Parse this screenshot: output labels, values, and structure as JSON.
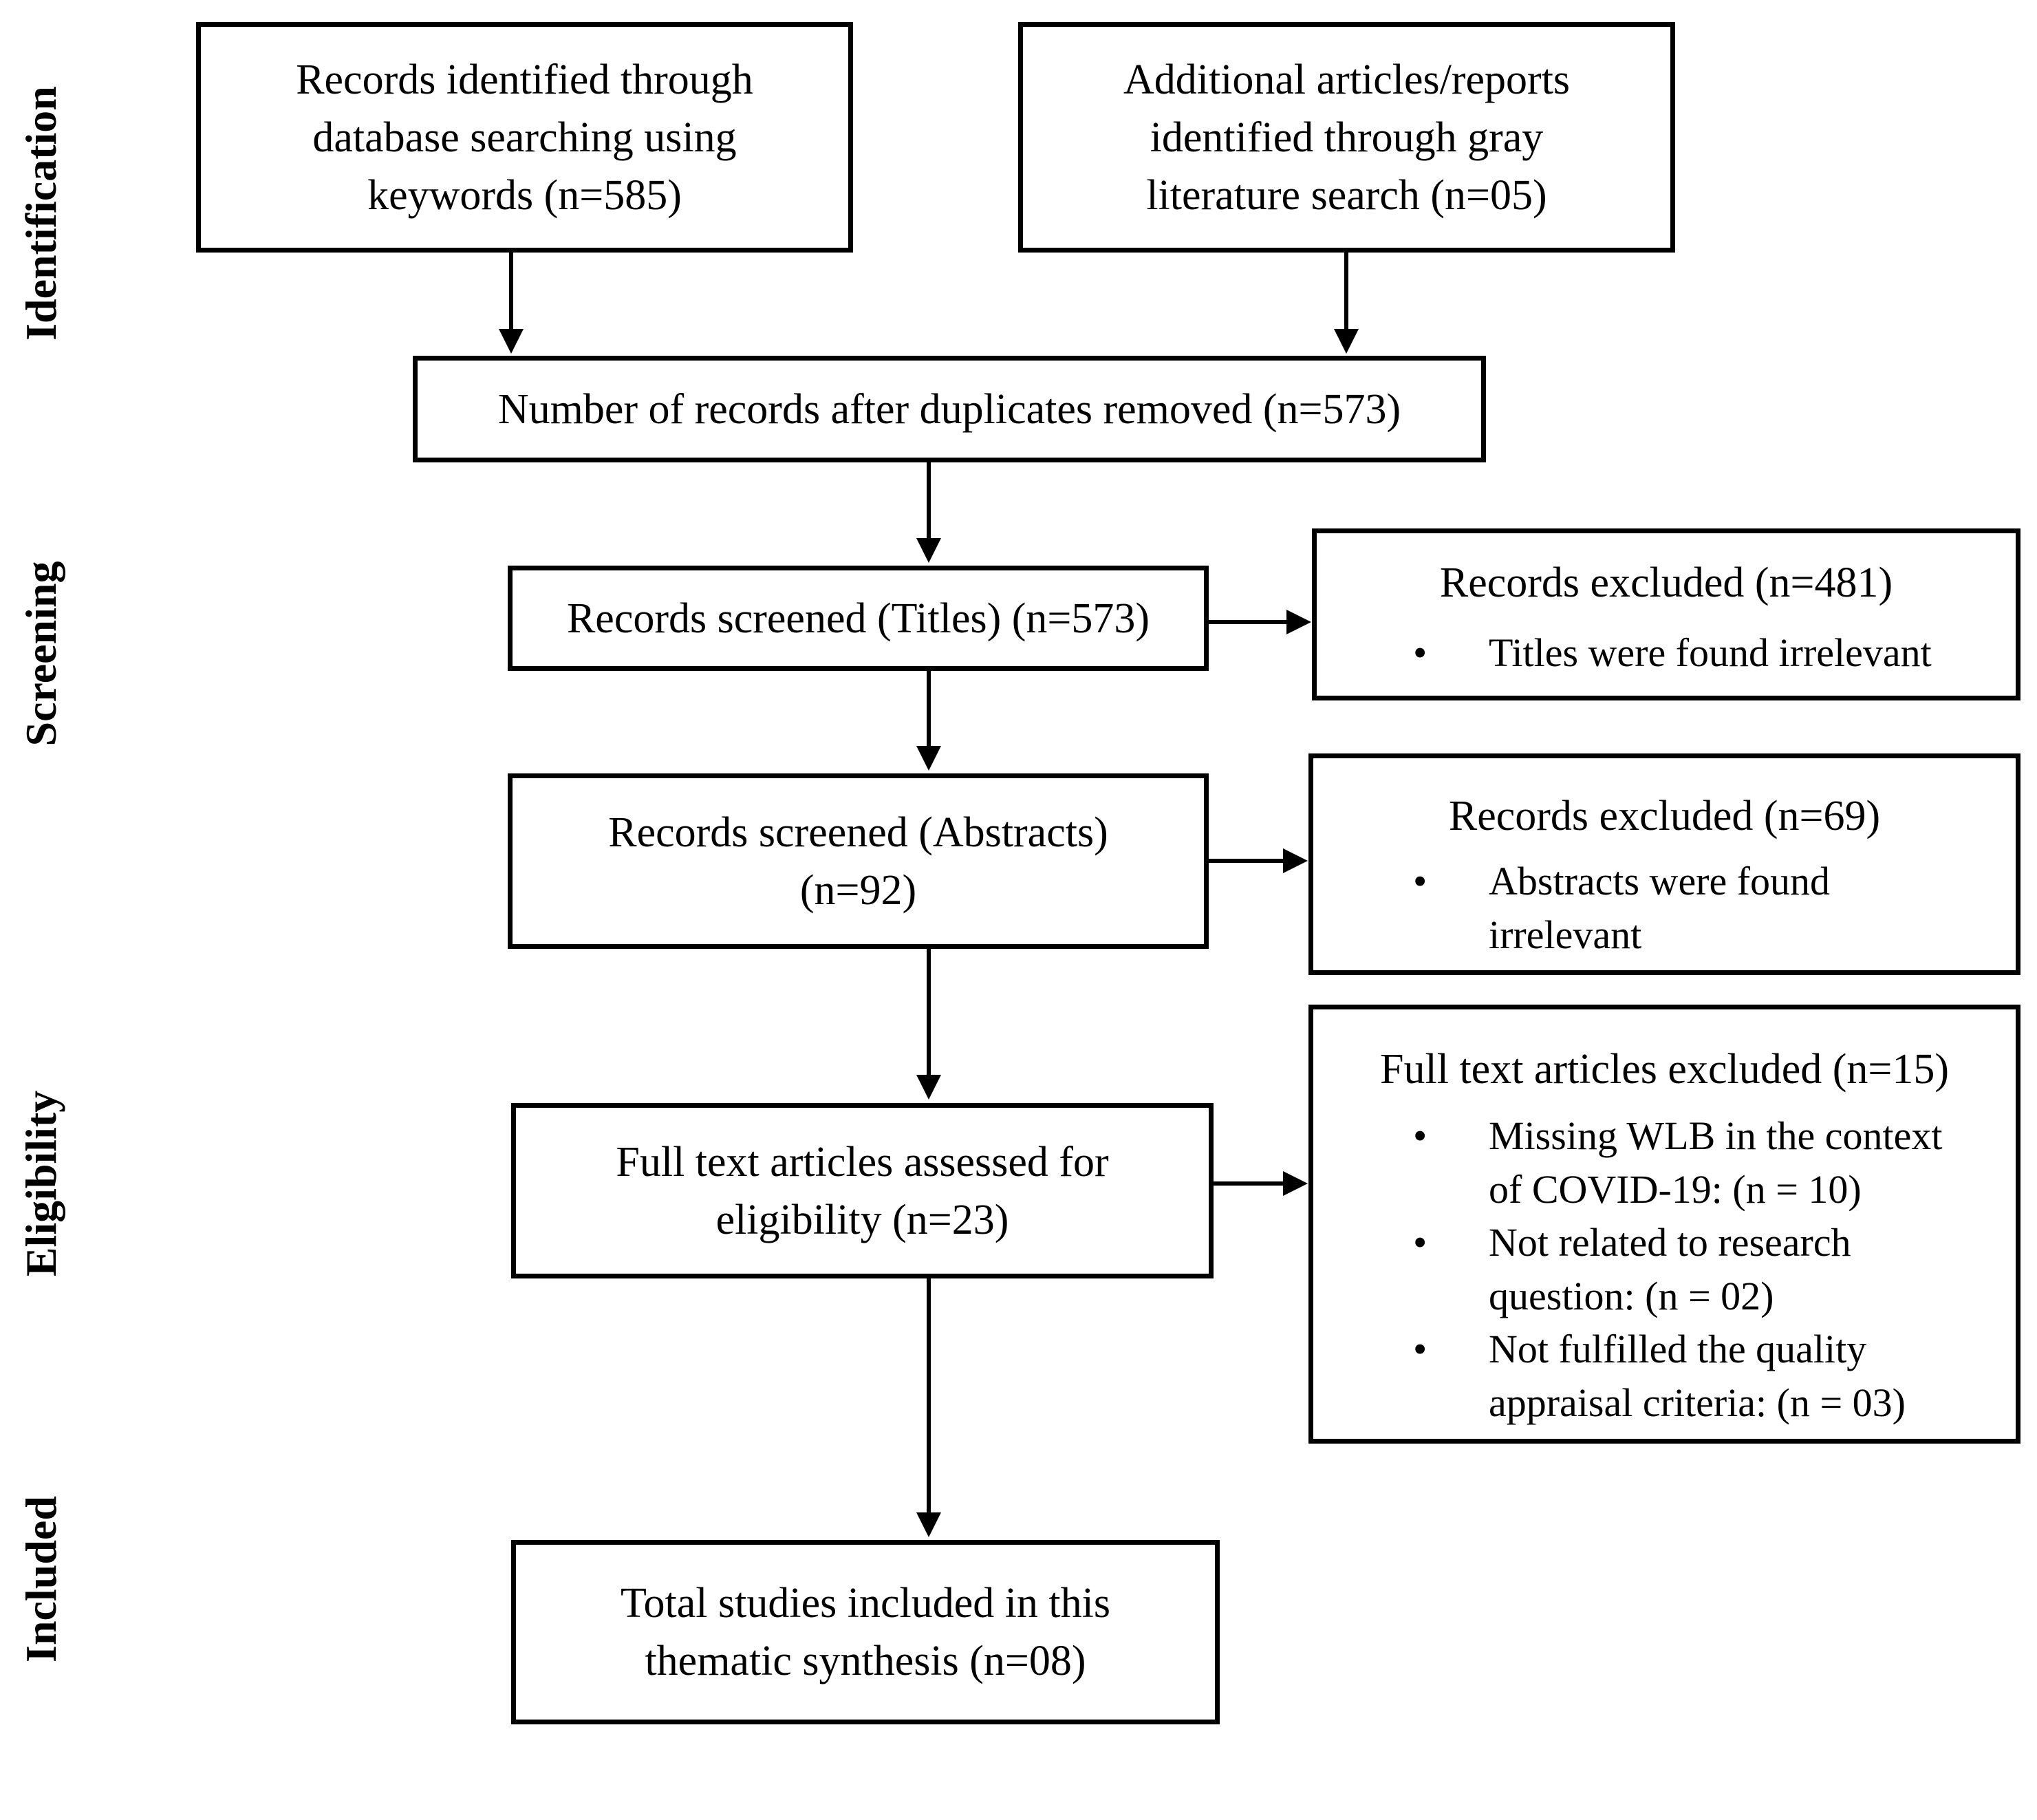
{
  "stages": {
    "identification": "Identification",
    "screening": "Screening",
    "eligibility": "Eligibility",
    "included": "Included"
  },
  "boxes": {
    "database": "Records identified through\ndatabase searching using\nkeywords (n=585)",
    "gray": "Additional articles/reports\nidentified through gray\nliterature search (n=05)",
    "duplicates": "Number of records after duplicates removed (n=573)",
    "titles": "Records screened (Titles) (n=573)",
    "abstracts": "Records screened (Abstracts)\n(n=92)",
    "fulltext": "Full text articles assessed for\neligibility (n=23)",
    "included": "Total studies included in this\nthematic synthesis (n=08)"
  },
  "exclusions": {
    "titles": {
      "heading": "Records excluded (n=481)",
      "bullets": [
        "Titles were found irrelevant"
      ]
    },
    "abstracts": {
      "heading": "Records excluded (n=69)",
      "bullets": [
        "Abstracts were found\nirrelevant"
      ]
    },
    "fulltext": {
      "heading": "Full text articles excluded (n=15)",
      "bullets": [
        "Missing WLB in the context\nof COVID-19: (n = 10)",
        "Not related to research\nquestion: (n = 02)",
        "Not fulfilled the quality\nappraisal criteria: (n = 03)"
      ]
    }
  },
  "bullet_glyph": "•"
}
